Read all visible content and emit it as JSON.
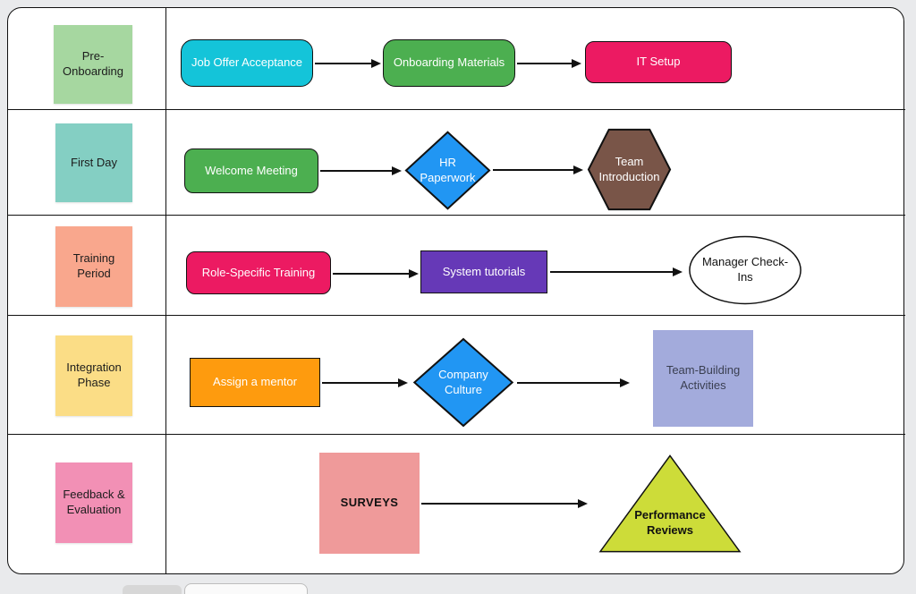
{
  "board": {
    "background": "#ffffff",
    "page_background": "#e9eaec",
    "line_color": "#111111"
  },
  "lanes": [
    {
      "label": "Pre-Onboarding",
      "sticky_fill": "#a6d7a0",
      "nodes": [
        {
          "label": "Job Offer Acceptance",
          "shape": "rounded-rect",
          "fill": "#14c4d9",
          "text_color": "#ffffff"
        },
        {
          "label": "Onboarding Materials",
          "shape": "rounded-rect",
          "fill": "#4caf50",
          "text_color": "#ffffff"
        },
        {
          "label": "IT Setup",
          "shape": "rounded-rect",
          "fill": "#ec1a62",
          "text_color": "#ffffff"
        }
      ]
    },
    {
      "label": "First Day",
      "sticky_fill": "#84cfc3",
      "nodes": [
        {
          "label": "Welcome Meeting",
          "shape": "rounded-rect",
          "fill": "#4caf50",
          "text_color": "#ffffff"
        },
        {
          "label": "HR Paperwork",
          "shape": "diamond",
          "fill": "#2196f3",
          "text_color": "#ffffff"
        },
        {
          "label": "Team Introduction",
          "shape": "hexagon",
          "fill": "#795548",
          "text_color": "#ffffff"
        }
      ]
    },
    {
      "label": "Training Period",
      "sticky_fill": "#f9a78d",
      "nodes": [
        {
          "label": "Role-Specific Training",
          "shape": "rounded-rect",
          "fill": "#ec1a62",
          "text_color": "#ffffff"
        },
        {
          "label": "System tutorials",
          "shape": "rect",
          "fill": "#6639b7",
          "text_color": "#ffffff"
        },
        {
          "label": "Manager Check-Ins",
          "shape": "ellipse",
          "fill": "#ffffff",
          "text_color": "#111111"
        }
      ]
    },
    {
      "label": "Integration Phase",
      "sticky_fill": "#fbdd86",
      "nodes": [
        {
          "label": "Assign a mentor",
          "shape": "rect",
          "fill": "#fe9b0e",
          "text_color": "#ffffff"
        },
        {
          "label": "Company Culture",
          "shape": "diamond",
          "fill": "#2196f3",
          "text_color": "#ffffff"
        },
        {
          "label": "Team-Building Activities",
          "shape": "rect",
          "fill": "#a3abdc",
          "text_color": "#3a3f51"
        }
      ]
    },
    {
      "label": "Feedback & Evaluation",
      "sticky_fill": "#f290b5",
      "nodes": [
        {
          "label": "SURVEYS",
          "shape": "rect",
          "fill": "#ef9a9a",
          "text_color": "#111111"
        },
        {
          "label": "Performance Reviews",
          "shape": "triangle",
          "fill": "#cddc39",
          "text_color": "#111111"
        }
      ]
    }
  ]
}
